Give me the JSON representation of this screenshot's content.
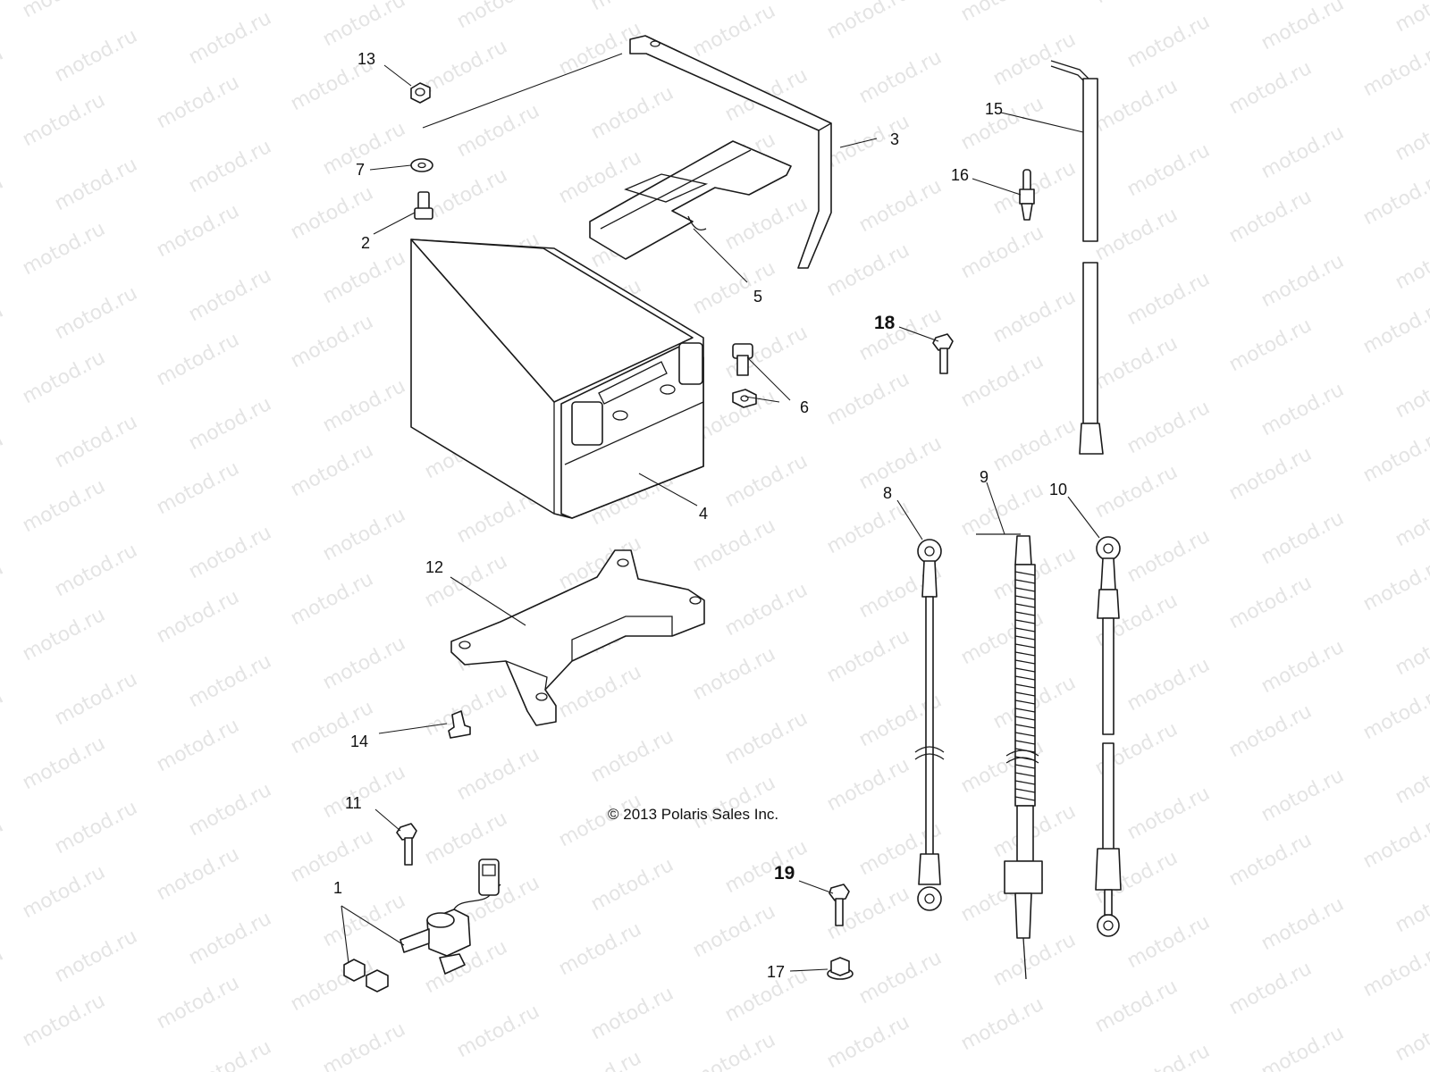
{
  "diagram": {
    "watermark_text": "motod.ru",
    "copyright": "© 2013 Polaris Sales Inc.",
    "callouts": [
      {
        "id": "1",
        "label": "1"
      },
      {
        "id": "2",
        "label": "2"
      },
      {
        "id": "3",
        "label": "3"
      },
      {
        "id": "4",
        "label": "4"
      },
      {
        "id": "5",
        "label": "5"
      },
      {
        "id": "6",
        "label": "6"
      },
      {
        "id": "7",
        "label": "7"
      },
      {
        "id": "8",
        "label": "8"
      },
      {
        "id": "9",
        "label": "9"
      },
      {
        "id": "10",
        "label": "10"
      },
      {
        "id": "11",
        "label": "11"
      },
      {
        "id": "12",
        "label": "12"
      },
      {
        "id": "13",
        "label": "13"
      },
      {
        "id": "14",
        "label": "14"
      },
      {
        "id": "15",
        "label": "15"
      },
      {
        "id": "16",
        "label": "16"
      },
      {
        "id": "17",
        "label": "17"
      },
      {
        "id": "18",
        "label": "18"
      },
      {
        "id": "19",
        "label": "19"
      }
    ]
  }
}
